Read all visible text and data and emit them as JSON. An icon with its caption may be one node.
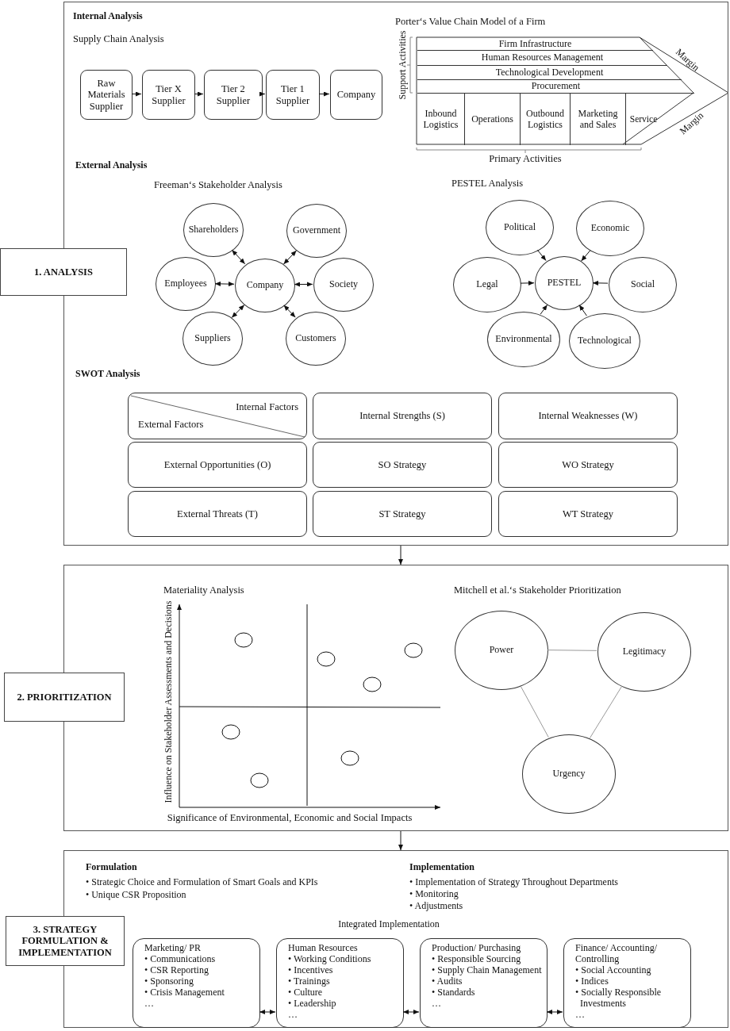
{
  "diagram": {
    "nodes": [
      {
        "text": [],
        "shape": "box"
      },
      {
        "text": [
          "1. ANALYSIS"
        ]
      },
      {
        "text": [
          "Raw Materials Supplier"
        ],
        "in": 0
      },
      {
        "text": [
          "Tier X Supplier"
        ],
        "in": 0
      },
      {
        "text": [
          "Tier 2 Supplier"
        ],
        "in": 0
      },
      {
        "text": [
          "Tier 1 Supplier"
        ],
        "in": 0
      },
      {
        "text": [
          "Company"
        ],
        "in": 0
      },
      {
        "text": [
          "Firm Infrastructure"
        ],
        "in": 0
      },
      {
        "text": [
          "Human Resources Management"
        ],
        "in": 0
      },
      {
        "text": [
          "Technological Development"
        ],
        "in": 0
      },
      {
        "text": [
          "Procurement"
        ],
        "in": 0
      },
      {
        "text": [
          "Inbound Logistics"
        ],
        "in": 0
      },
      {
        "text": [
          "Operations"
        ],
        "in": 0
      },
      {
        "text": [
          "Outbound Logistics"
        ],
        "in": 0
      },
      {
        "text": [
          "Marketing and Sales"
        ],
        "in": 0
      },
      {
        "text": [
          "Service"
        ],
        "in": 0
      },
      {
        "text": [
          "Shareholders"
        ],
        "in": 0
      },
      {
        "text": [
          "Government"
        ],
        "in": 0
      },
      {
        "text": [
          "Employees"
        ],
        "in": 0
      },
      {
        "text": [
          "Company"
        ],
        "in": 0
      },
      {
        "text": [
          "Society"
        ],
        "in": 0
      },
      {
        "text": [
          "Suppliers"
        ],
        "in": 0
      },
      {
        "text": [
          "Customers"
        ],
        "in": 0
      },
      {
        "text": [
          "Political"
        ],
        "in": 0
      },
      {
        "text": [
          "Economic"
        ],
        "in": 0
      },
      {
        "text": [
          "Legal"
        ],
        "in": 0
      },
      {
        "text": [
          "PESTEL"
        ],
        "in": 0
      },
      {
        "text": [
          "Social"
        ],
        "in": 0
      },
      {
        "text": [
          "Environmental"
        ],
        "in": 0
      },
      {
        "text": [
          "Technological"
        ],
        "in": 0
      },
      {
        "text": [
          "Internal Factors",
          "External Factors"
        ],
        "in": 0
      },
      {
        "text": [
          "Internal Strengths (S)"
        ],
        "in": 0
      },
      {
        "text": [
          "Internal Weaknesses (W)"
        ],
        "in": 0
      },
      {
        "text": [
          "External Opportunities (O)"
        ],
        "in": 0
      },
      {
        "text": [
          "SO Strategy"
        ],
        "in": 0
      },
      {
        "text": [
          "WO Strategy"
        ],
        "in": 0
      },
      {
        "text": [
          "External Threats (T)"
        ],
        "in": 0
      },
      {
        "text": [
          "ST Strategy"
        ],
        "in": 0
      },
      {
        "text": [
          "WT Strategy"
        ],
        "in": 0
      },
      {
        "text": [],
        "shape": "box"
      },
      {
        "text": [
          "2. PRIORITIZATION"
        ]
      },
      {
        "text": [
          "Power"
        ],
        "in": 39
      },
      {
        "text": [
          "Legitimacy"
        ],
        "in": 39
      },
      {
        "text": [
          "Urgency"
        ],
        "in": 39
      },
      {
        "text": [],
        "shape": "box"
      },
      {
        "text": [
          "3. STRATEGY FORMULATION & IMPLEMENTATION"
        ]
      },
      {
        "text": [
          "Marketing/ PR",
          "• Communications",
          "• CSR Reporting",
          "• Sponsoring",
          "• Crisis Management",
          "…"
        ],
        "in": 44
      },
      {
        "text": [
          "Human Resources",
          "• Working Conditions",
          "• Incentives",
          "• Trainings",
          "• Culture",
          "• Leadership",
          "…"
        ],
        "in": 44
      },
      {
        "text": [
          "Production/ Purchasing",
          "• Responsible Sourcing",
          "• Supply Chain Management",
          "• Audits",
          "• Standards",
          "…"
        ],
        "in": 44
      },
      {
        "text": [
          "Finance/ Accounting/ Controlling",
          "• Social Accounting",
          "• Indices",
          "• Socially Responsible Investments",
          "…"
        ],
        "in": 44
      }
    ],
    "edges": [
      {
        "from": 0,
        "to": 39,
        "arrow": "to"
      },
      {
        "from": 39,
        "to": 44,
        "arrow": "to"
      },
      {
        "from": 2,
        "to": 3,
        "arrow": "to"
      },
      {
        "from": 3,
        "to": 4,
        "arrow": "to"
      },
      {
        "from": 4,
        "to": 5,
        "arrow": "to"
      },
      {
        "from": 5,
        "to": 6,
        "arrow": "to"
      },
      {
        "from": 19,
        "to": 16,
        "arrow": "both"
      },
      {
        "from": 19,
        "to": 17,
        "arrow": "both"
      },
      {
        "from": 19,
        "to": 18,
        "arrow": "both"
      },
      {
        "from": 19,
        "to": 20,
        "arrow": "both"
      },
      {
        "from": 19,
        "to": 21,
        "arrow": "both"
      },
      {
        "from": 19,
        "to": 22,
        "arrow": "both"
      },
      {
        "from": 23,
        "to": 26,
        "arrow": "to"
      },
      {
        "from": 24,
        "to": 26,
        "arrow": "to"
      },
      {
        "from": 25,
        "to": 26,
        "arrow": "to"
      },
      {
        "from": 27,
        "to": 26,
        "arrow": "to"
      },
      {
        "from": 28,
        "to": 26,
        "arrow": "to"
      },
      {
        "from": 29,
        "to": 26,
        "arrow": "to"
      },
      {
        "from": 41,
        "to": 42,
        "arrow": "none",
        "color": "#9a9a9a"
      },
      {
        "from": 41,
        "to": 43,
        "arrow": "none",
        "color": "#9a9a9a"
      },
      {
        "from": 42,
        "to": 43,
        "arrow": "none",
        "color": "#9a9a9a"
      },
      {
        "from": 46,
        "to": 47,
        "arrow": "both"
      },
      {
        "from": 47,
        "to": 48,
        "arrow": "both"
      },
      {
        "from": 48,
        "to": 49,
        "arrow": "both"
      }
    ],
    "labels": [
      "Internal Analysis",
      "Supply Chain Analysis",
      "Porter‘s Value Chain Model of a Firm",
      "Support Activities",
      "Margin",
      "Margin",
      "Primary Activities",
      "External Analysis",
      "Freeman‘s Stakeholder Analysis",
      "PESTEL Analysis",
      "SWOT Analysis",
      "Materiality Analysis",
      "Influence on Stakeholder Assessments and Decisions",
      "Significance of Environmental, Economic and Social Impacts",
      "Mitchell et al.‘s Stakeholder Prioritization",
      "Formulation",
      "• Strategic Choice and Formulation of Smart Goals and KPIs",
      "• Unique CSR Proposition",
      "Implementation",
      "• Implementation of Strategy Throughout Departments",
      "• Monitoring",
      "• Adjustments",
      "Integrated Implementation"
    ]
  }
}
